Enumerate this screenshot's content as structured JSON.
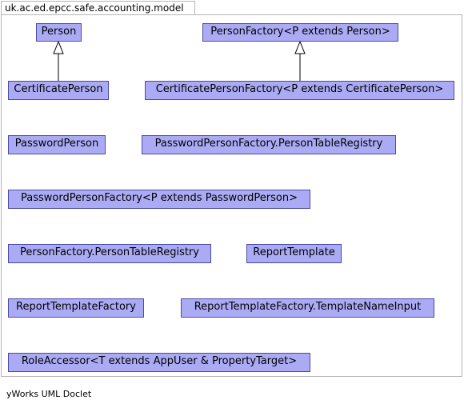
{
  "package": {
    "name": "uk.ac.ed.epcc.safe.accounting.model"
  },
  "classes": {
    "person": "Person",
    "person_factory": "PersonFactory<P extends Person>",
    "certificate_person": "CertificatePerson",
    "certificate_person_factory": "CertificatePersonFactory<P extends CertificatePerson>",
    "password_person": "PasswordPerson",
    "password_person_factory_table_registry": "PasswordPersonFactory.PersonTableRegistry",
    "password_person_factory": "PasswordPersonFactory<P extends PasswordPerson>",
    "person_factory_table_registry": "PersonFactory.PersonTableRegistry",
    "report_template": "ReportTemplate",
    "report_template_factory": "ReportTemplateFactory",
    "report_template_factory_template_name_input": "ReportTemplateFactory.TemplateNameInput",
    "role_accessor": "RoleAccessor<T extends AppUser & PropertyTarget>"
  },
  "relations": [
    {
      "type": "generalization",
      "from": "CertificatePerson",
      "to": "Person"
    },
    {
      "type": "generalization",
      "from": "CertificatePersonFactory<P extends CertificatePerson>",
      "to": "PersonFactory<P extends Person>"
    }
  ],
  "footer": {
    "text": "yWorks UML Doclet"
  },
  "colors": {
    "class_fill": "#ababf5",
    "class_border": "#4a4aa8",
    "frame_border": "#b4b4b4"
  }
}
